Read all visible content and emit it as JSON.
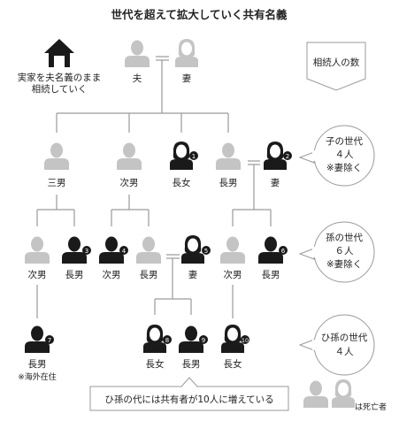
{
  "title": "世代を超えて拡大していく共有名義",
  "house_caption": [
    "実家を夫名義のまま",
    "相続していく"
  ],
  "heir_count_box": "相続人の数",
  "generations": [
    {
      "people": [
        {
          "label": "夫",
          "deceased": true,
          "gender": "m"
        },
        {
          "label": "妻",
          "deceased": true,
          "gender": "f"
        }
      ]
    },
    {
      "bubble": [
        "子の世代",
        "４人",
        "※妻除く"
      ],
      "people": [
        {
          "label": "三男",
          "deceased": true,
          "gender": "m"
        },
        {
          "label": "次男",
          "deceased": true,
          "gender": "m"
        },
        {
          "label": "長女",
          "deceased": false,
          "gender": "f",
          "num": "1"
        },
        {
          "label": "長男",
          "deceased": true,
          "gender": "m"
        },
        {
          "label": "妻",
          "deceased": false,
          "gender": "f",
          "num": "2"
        }
      ]
    },
    {
      "bubble": [
        "孫の世代",
        "６人",
        "※妻除く"
      ],
      "people": [
        {
          "label": "次男",
          "deceased": true,
          "gender": "m"
        },
        {
          "label": "長男",
          "deceased": false,
          "gender": "m",
          "num": "3"
        },
        {
          "label": "次男",
          "deceased": false,
          "gender": "m",
          "num": "4"
        },
        {
          "label": "長男",
          "deceased": true,
          "gender": "m"
        },
        {
          "label": "妻",
          "deceased": false,
          "gender": "f",
          "num": "5"
        },
        {
          "label": "次男",
          "deceased": true,
          "gender": "m"
        },
        {
          "label": "長男",
          "deceased": false,
          "gender": "m",
          "num": "6"
        }
      ]
    },
    {
      "bubble": [
        "ひ孫の世代",
        "４人"
      ],
      "people": [
        {
          "label": "長男",
          "deceased": false,
          "gender": "m",
          "num": "7",
          "note": "※海外在住"
        },
        {
          "label": "長女",
          "deceased": false,
          "gender": "f",
          "num": "8"
        },
        {
          "label": "長男",
          "deceased": false,
          "gender": "m",
          "num": "9"
        },
        {
          "label": "長女",
          "deceased": false,
          "gender": "f",
          "num": "10"
        }
      ]
    }
  ],
  "summary": "ひ孫の代には共有者が10人に増えている",
  "legend": "は死亡者",
  "colors": {
    "alive": "#1a1a1a",
    "deceased": "#c4c4c4",
    "line": "#9a9a9a"
  }
}
